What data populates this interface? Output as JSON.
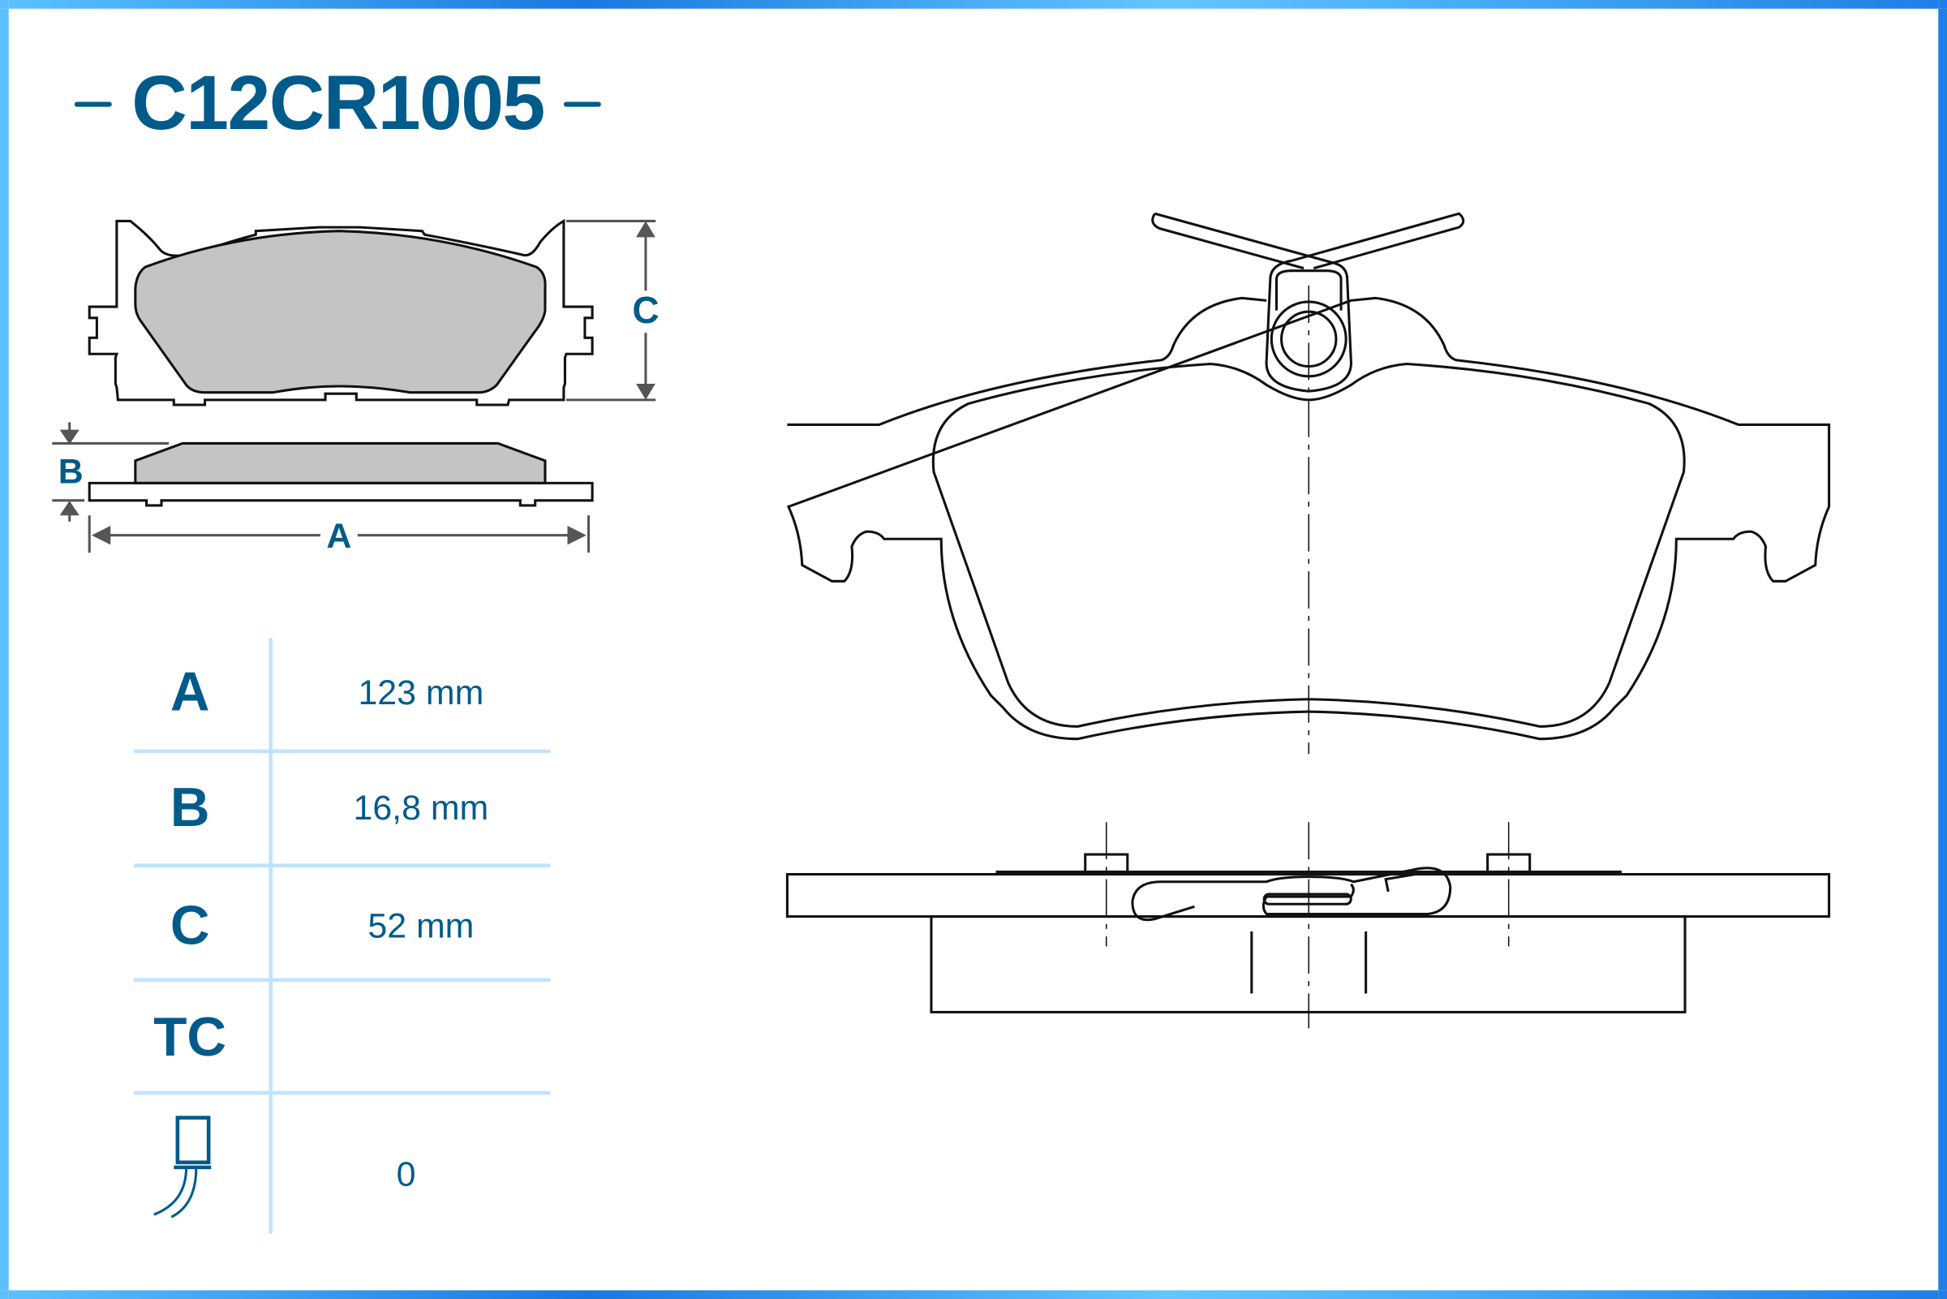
{
  "title": "C12CR1005",
  "dimension_labels": {
    "a": "A",
    "b": "B",
    "c": "C"
  },
  "specs": [
    {
      "label": "A",
      "value": "123 mm"
    },
    {
      "label": "B",
      "value": "16,8 mm"
    },
    {
      "label": "C",
      "value": "52 mm"
    },
    {
      "label": "TC",
      "value": ""
    },
    {
      "icon": "wear-sensor-icon",
      "value": "0"
    }
  ],
  "colors": {
    "brand": "#005b8a",
    "table_lines": "#bfe3ff",
    "friction": "#c4c4c4"
  }
}
